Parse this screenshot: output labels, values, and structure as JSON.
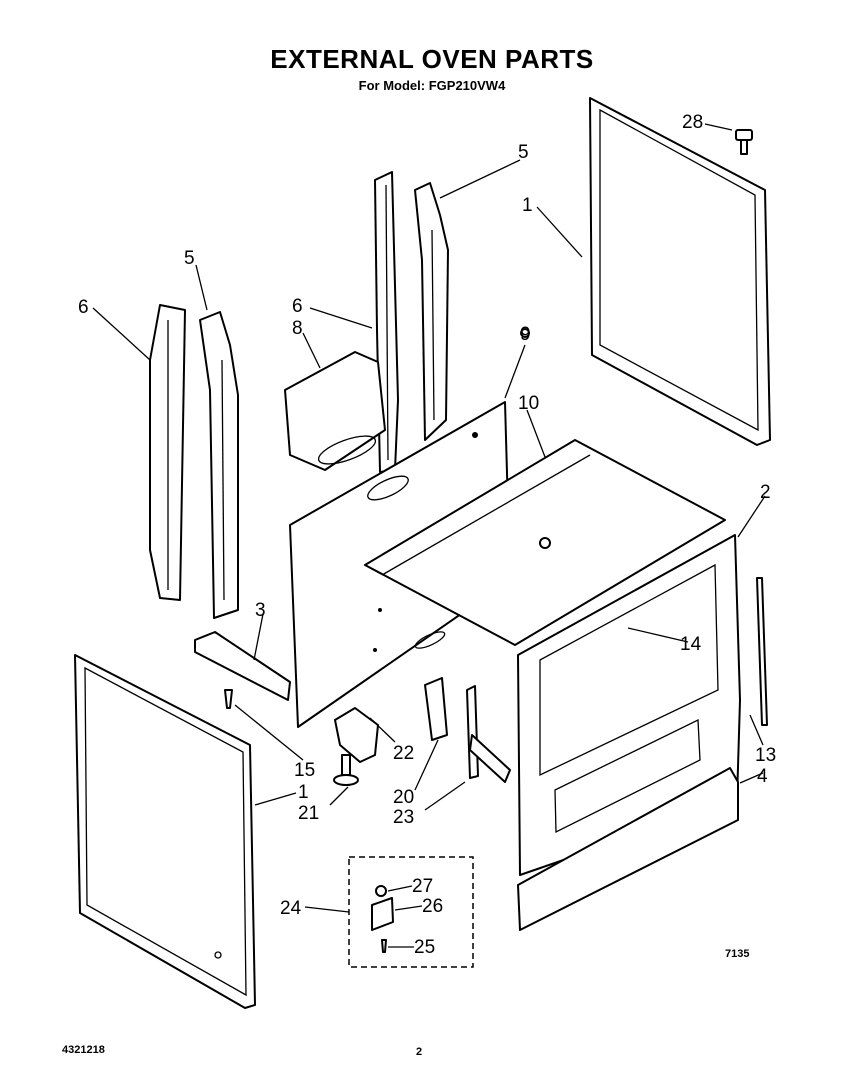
{
  "title": "EXTERNAL OVEN PARTS",
  "subtitle": "For Model: FGP210VW4",
  "callouts": {
    "c1a": "1",
    "c1b": "1",
    "c2": "2",
    "c3": "3",
    "c4": "4",
    "c5a": "5",
    "c5b": "5",
    "c6a": "6",
    "c6b": "6",
    "c8": "8",
    "c9": "9",
    "c10": "10",
    "c13": "13",
    "c14": "14",
    "c15": "15",
    "c20": "20",
    "c21": "21",
    "c22": "22",
    "c23": "23",
    "c24": "24",
    "c25": "25",
    "c26": "26",
    "c27": "27",
    "c28": "28"
  },
  "footer": {
    "doc_number": "4321218",
    "page_number": "2",
    "drawing_code": "7135"
  }
}
